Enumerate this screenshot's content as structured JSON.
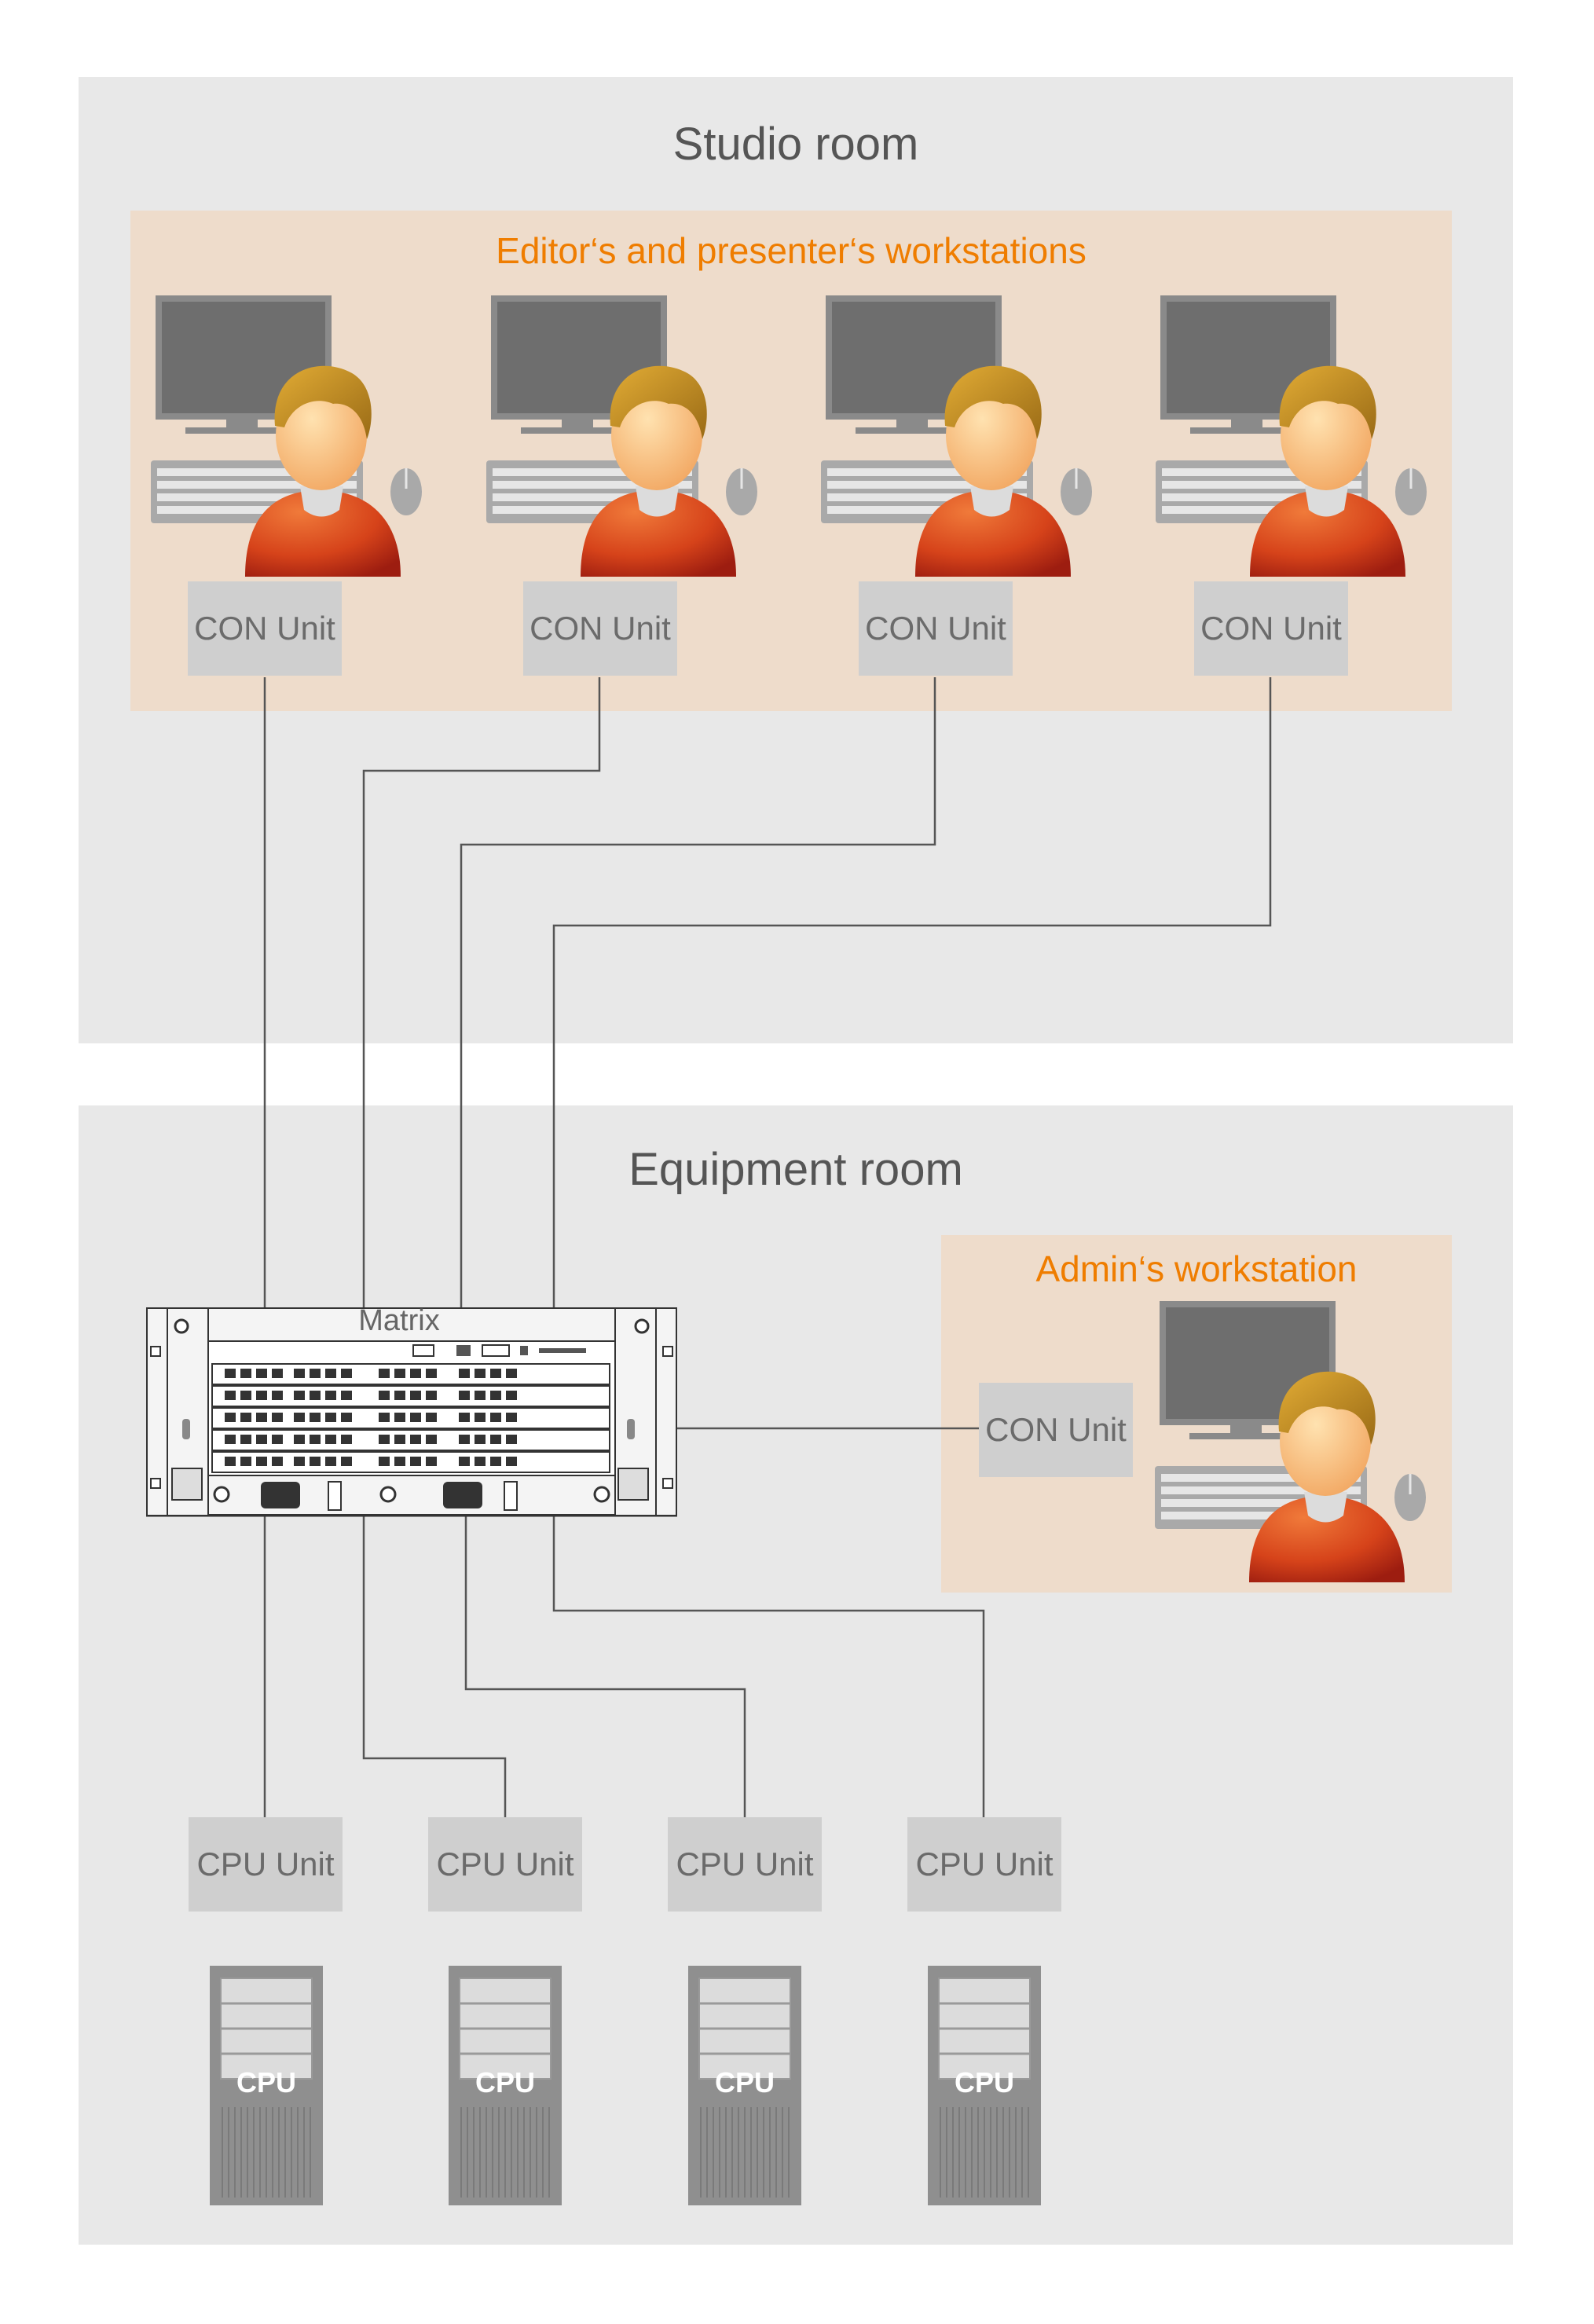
{
  "colors": {
    "room_bg": "#e8e8e8",
    "zone_bg": "#eedccb",
    "zone_title": "#ef7d00",
    "unit_bg": "#cfcfcf",
    "unit_text": "#6b6b6b",
    "line": "#555555"
  },
  "studio": {
    "title": "Studio room",
    "workstations_label": "Editor‘s and presenter‘s workstations",
    "con_units": [
      "CON Unit",
      "CON Unit",
      "CON Unit",
      "CON Unit"
    ]
  },
  "equipment": {
    "title": "Equipment room",
    "matrix_label": "Matrix",
    "admin_label": "Admin‘s workstation",
    "admin_con": "CON Unit",
    "cpu_units": [
      "CPU Unit",
      "CPU Unit",
      "CPU Unit",
      "CPU Unit"
    ],
    "server_label": "CPU"
  },
  "icons": [
    "workstation-icon",
    "person-icon",
    "matrix-switch-icon",
    "server-tower-icon"
  ]
}
